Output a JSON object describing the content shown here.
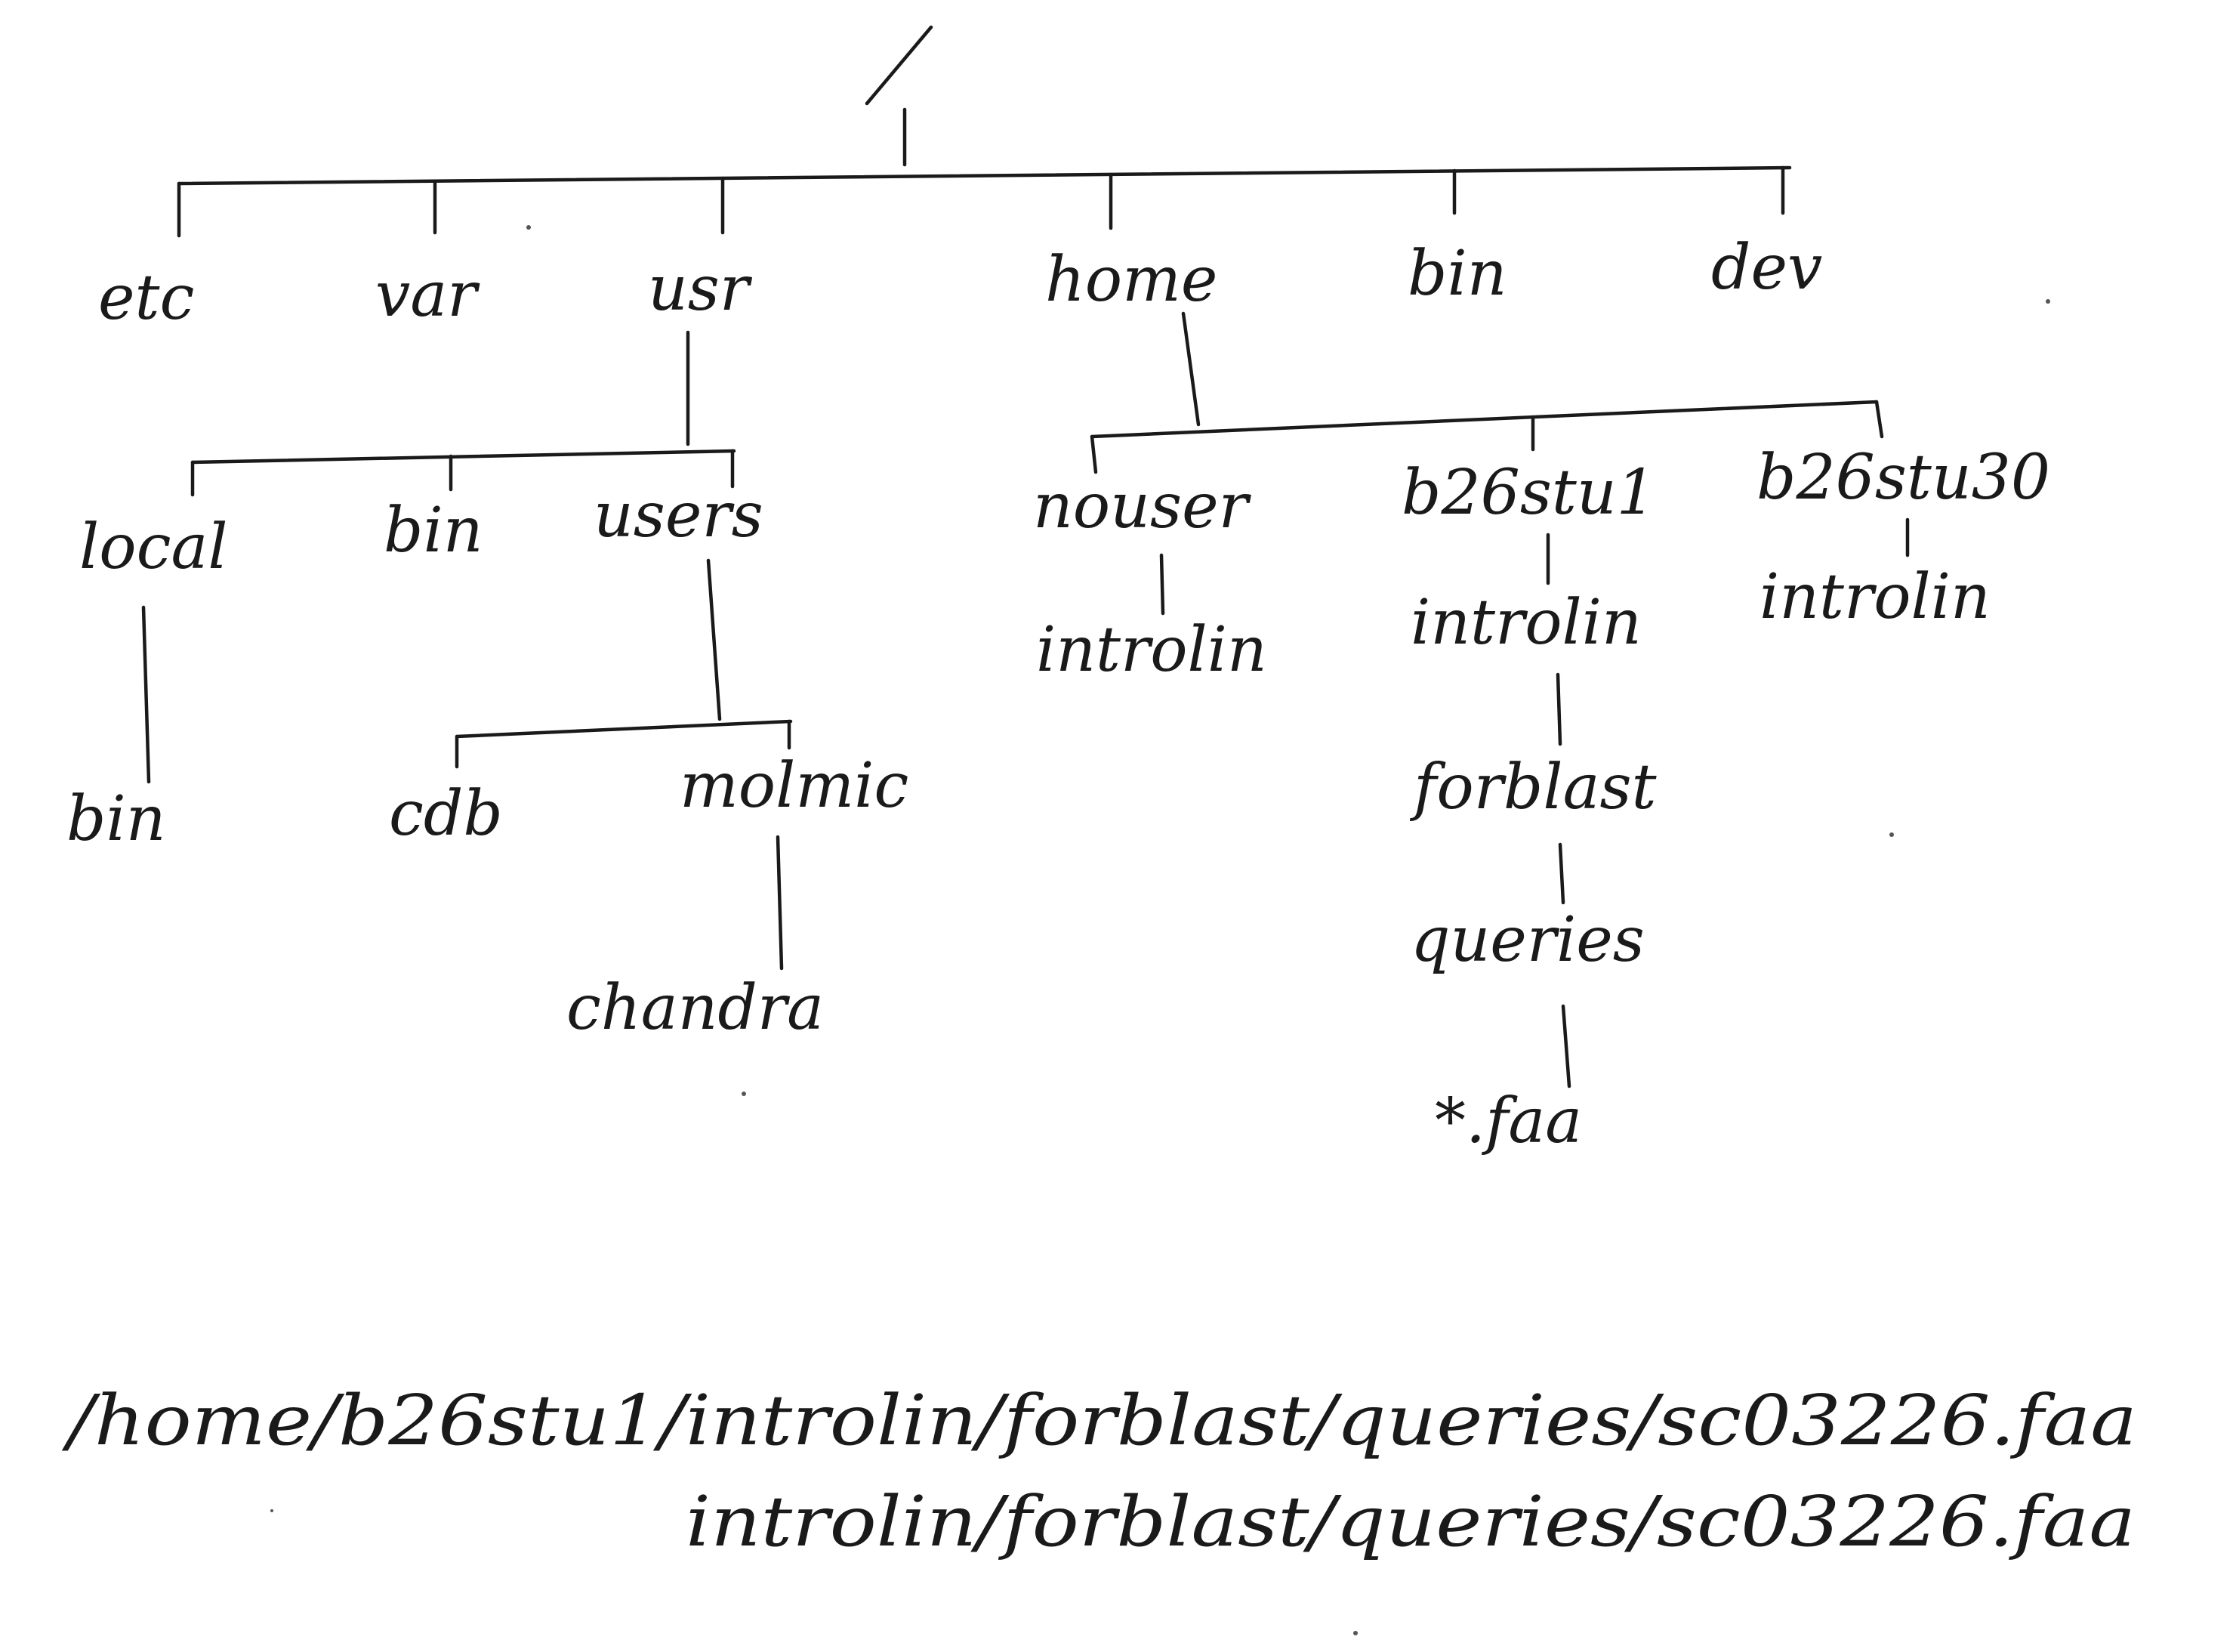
{
  "tree": {
    "root": "/",
    "level1": {
      "etc": "etc",
      "var": "var",
      "usr": "usr",
      "home": "home",
      "bin": "bin",
      "dev": "dev"
    },
    "usr_children": {
      "local": "local",
      "bin": "bin",
      "users": "users"
    },
    "local_children": {
      "bin": "bin"
    },
    "users_children": {
      "cdb": "cdb",
      "molmic": "molmic"
    },
    "molmic_children": {
      "chandra": "chandra"
    },
    "home_children": {
      "nouser": "nouser",
      "b26stu1": "b26stu1",
      "b26stu30": "b26stu30"
    },
    "nouser_children": {
      "introlin": "introlin"
    },
    "b26stu1_chain": {
      "introlin": "introlin",
      "forblast": "forblast",
      "queries": "queries",
      "faa": "*.faa"
    },
    "b26stu30_children": {
      "introlin": "introlin"
    }
  },
  "paths": {
    "absolute": "/home/b26stu1/introlin/forblast/queries/sc03226.faa",
    "relative": "introlin/forblast/queries/sc03226.faa"
  }
}
